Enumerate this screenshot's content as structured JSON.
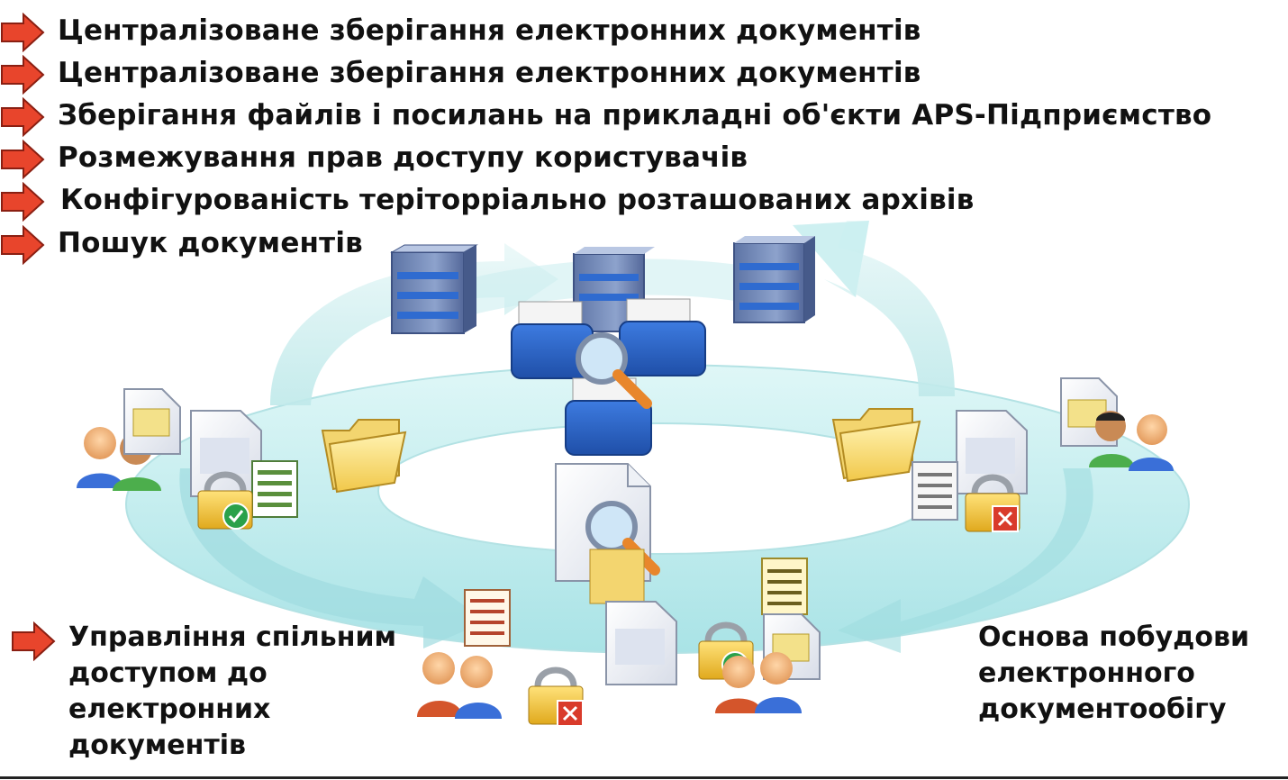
{
  "bullets": [
    "Централізоване зберігання електронних документів",
    "Централізоване зберігання електронних документів",
    "Зберігання файлів і посилань на прикладні об'єкти APS-Підприємство",
    "Розмежування прав доступу користувачів",
    "Конфігурованість теріторріально розташованих архівів",
    "Пошук документів"
  ],
  "left_caption": [
    "Управління спільним",
    "доступом до",
    "електронних",
    "документів"
  ],
  "right_caption": [
    "Основа побудови",
    "електронного",
    "документообігу"
  ],
  "colors": {
    "arrow_fill": "#e8452c",
    "ring": "#bfeef0",
    "ring_edge": "#8fd6da",
    "server": "#6f86b5",
    "folder_blue": "#2a63c9",
    "folder_yellow": "#f6d76a"
  }
}
